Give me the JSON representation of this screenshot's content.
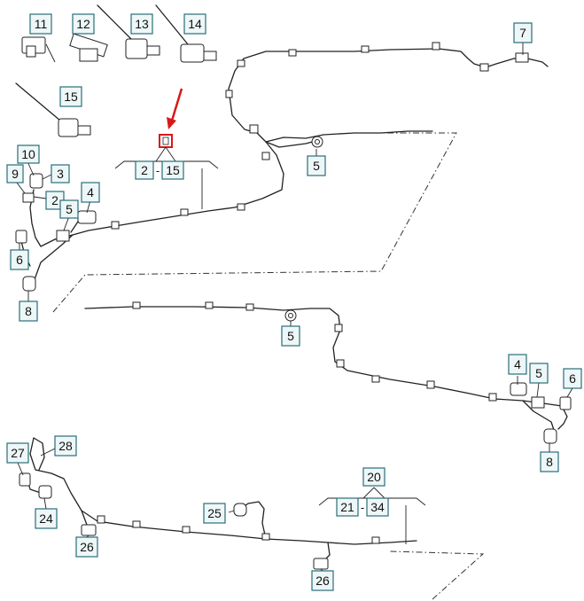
{
  "callouts": [
    {
      "id": "c11",
      "label": "11"
    },
    {
      "id": "c12",
      "label": "12"
    },
    {
      "id": "c13",
      "label": "13"
    },
    {
      "id": "c14",
      "label": "14"
    },
    {
      "id": "c15",
      "label": "15"
    },
    {
      "id": "c7",
      "label": "7"
    },
    {
      "id": "c10",
      "label": "10"
    },
    {
      "id": "c9",
      "label": "9"
    },
    {
      "id": "c3",
      "label": "3"
    },
    {
      "id": "c2a",
      "label": "2"
    },
    {
      "id": "c4a",
      "label": "4"
    },
    {
      "id": "c5a",
      "label": "5"
    },
    {
      "id": "c6a",
      "label": "6"
    },
    {
      "id": "c8a",
      "label": "8"
    },
    {
      "id": "c5b",
      "label": "5"
    },
    {
      "id": "c5c",
      "label": "5"
    },
    {
      "id": "c4b",
      "label": "4"
    },
    {
      "id": "c5d",
      "label": "5"
    },
    {
      "id": "c6b",
      "label": "6"
    },
    {
      "id": "c8b",
      "label": "8"
    },
    {
      "id": "c27",
      "label": "27"
    },
    {
      "id": "c28",
      "label": "28"
    },
    {
      "id": "c24",
      "label": "24"
    },
    {
      "id": "c26a",
      "label": "26"
    },
    {
      "id": "c25",
      "label": "25"
    },
    {
      "id": "c26b",
      "label": "26"
    }
  ],
  "ranges": {
    "top": {
      "from": "2",
      "sep": "-",
      "to": "15"
    },
    "bottom": {
      "parent": "20",
      "from": "21",
      "sep": "-",
      "to": "34"
    }
  },
  "colors": {
    "callout_border": "#2a6d78",
    "callout_fill": "#eef7f8",
    "highlight": "#d81818",
    "line": "#222222"
  }
}
